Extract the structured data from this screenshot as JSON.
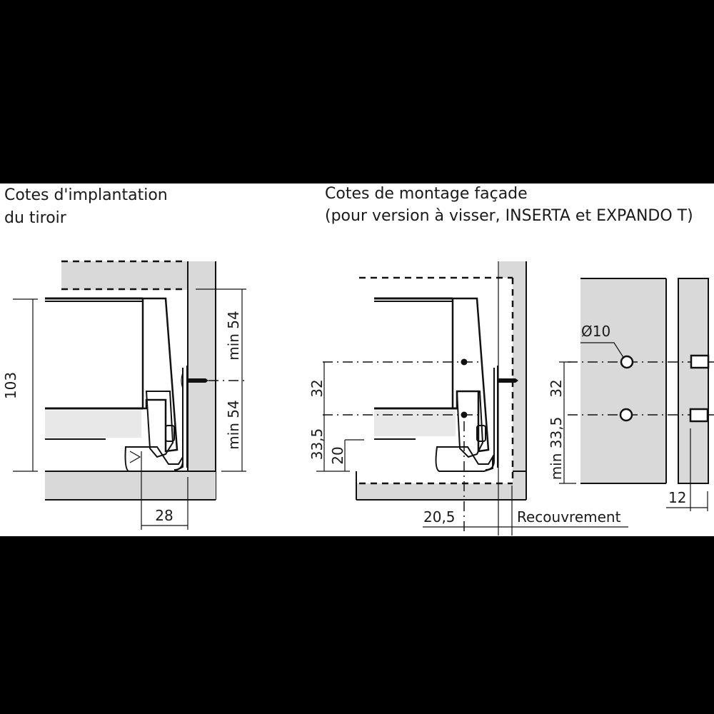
{
  "left_section": {
    "title_line1": "Cotes d'implantation",
    "title_line2": "du tiroir",
    "dimensions": {
      "height": "103",
      "upper_min": "min 54",
      "lower_min": "min 54",
      "depth": "28"
    }
  },
  "right_section": {
    "title_line1": "Cotes de montage façade",
    "title_line2": "(pour version à visser, INSERTA et EXPANDO T)",
    "dimensions": {
      "hole_spacing": "32",
      "lower_hole": "33,5",
      "bottom_offset": "20",
      "setback": "20,5",
      "overlay_label": "Recouvrement",
      "hole_diameter": "Ø10",
      "front_min": "min 33,5",
      "front_spacing": "32",
      "insert_depth": "12"
    }
  },
  "colors": {
    "background": "#000000",
    "panel": "#ffffff",
    "material_gray": "#d9d9d9",
    "line": "#111111"
  }
}
